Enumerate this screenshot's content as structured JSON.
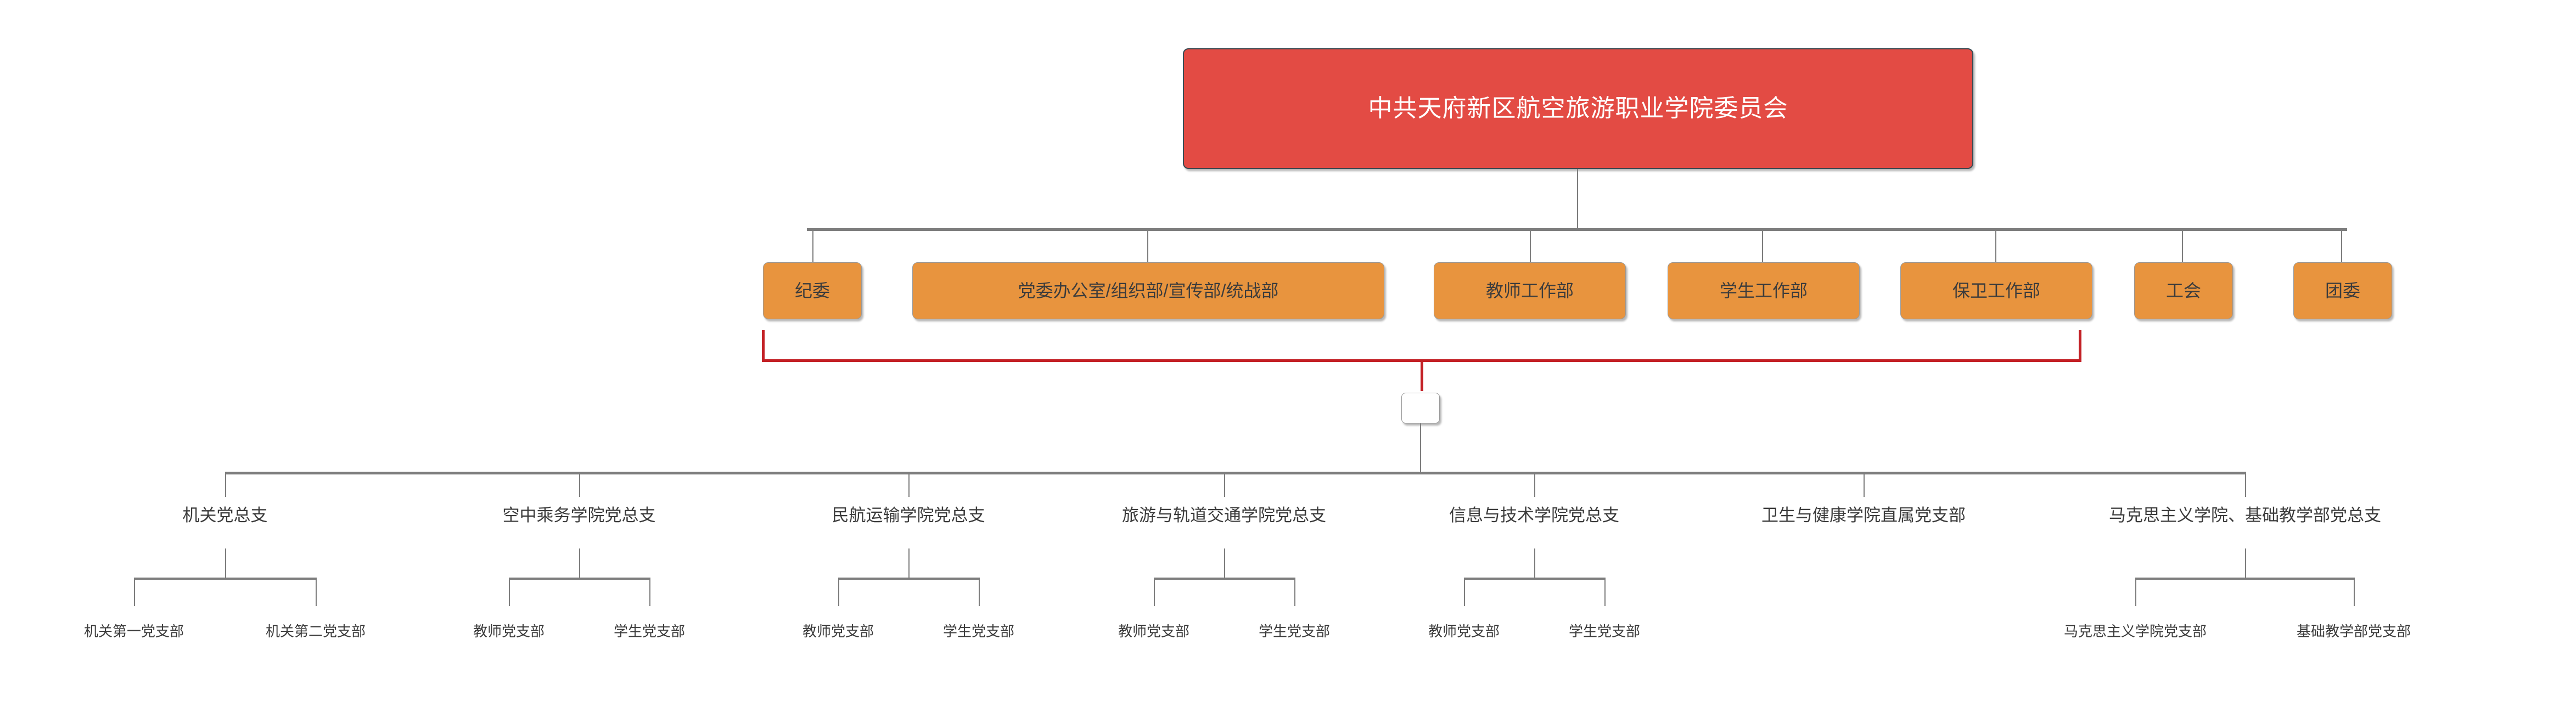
{
  "diagram": {
    "title_node": {
      "label": "中共天府新区航空旅游职业学院委员会",
      "color": "#E34B44",
      "text_color": "#FFFFFF"
    },
    "departments": {
      "color": "#E8943E",
      "text_color": "#3C3C3C",
      "items": [
        {
          "label": "纪委"
        },
        {
          "label": "党委办公室/组织部/宣传部/统战部"
        },
        {
          "label": "教师工作部"
        },
        {
          "label": "学生工作部"
        },
        {
          "label": "保卫工作部"
        },
        {
          "label": "工会"
        },
        {
          "label": "团委"
        }
      ]
    },
    "bracket": {
      "color": "#C32025",
      "spans_from": "纪委",
      "spans_to": "保卫工作部"
    },
    "connector_node": {
      "label": "",
      "color": "#FFFFFF"
    },
    "branches": [
      {
        "label": "机关党总支",
        "children": [
          {
            "label": "机关第一党支部"
          },
          {
            "label": "机关第二党支部"
          }
        ]
      },
      {
        "label": "空中乘务学院党总支",
        "children": [
          {
            "label": "教师党支部"
          },
          {
            "label": "学生党支部"
          }
        ]
      },
      {
        "label": "民航运输学院党总支",
        "children": [
          {
            "label": "教师党支部"
          },
          {
            "label": "学生党支部"
          }
        ]
      },
      {
        "label": "旅游与轨道交通学院党总支",
        "children": [
          {
            "label": "教师党支部"
          },
          {
            "label": "学生党支部"
          }
        ]
      },
      {
        "label": "信息与技术学院党总支",
        "children": [
          {
            "label": "教师党支部"
          },
          {
            "label": "学生党支部"
          }
        ]
      },
      {
        "label": "卫生与健康学院直属党支部",
        "children": []
      },
      {
        "label": "马克思主义学院、基础教学部党总支",
        "children": [
          {
            "label": "马克思主义学院党支部"
          },
          {
            "label": "基础教学部党支部"
          }
        ]
      }
    ]
  }
}
